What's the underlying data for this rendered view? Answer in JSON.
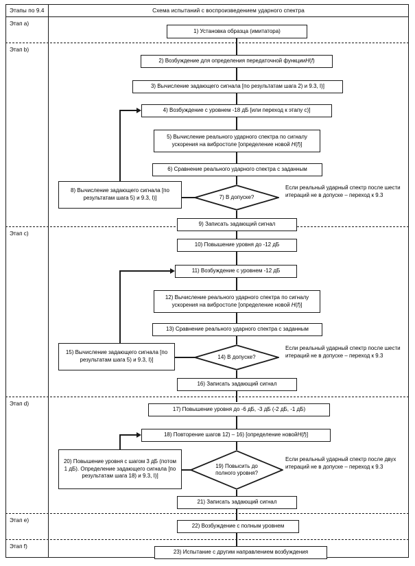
{
  "header": {
    "left_label": "Этапы по 9.4",
    "title": "Схема испытаний с воспроизведением ударного спектра"
  },
  "stages": [
    {
      "id": "a",
      "label": "Этап a)"
    },
    {
      "id": "b",
      "label": "Этап b)"
    },
    {
      "id": "c",
      "label": "Этап c)"
    },
    {
      "id": "d",
      "label": "Этап d)"
    },
    {
      "id": "e",
      "label": "Этап e)"
    },
    {
      "id": "f",
      "label": "Этап f)"
    }
  ],
  "nodes": {
    "n1": "1) Установка образца (имитатора)",
    "n2": "2) Возбуждение для определения передаточной функции H(f)",
    "n3": "3) Вычисление задающего сигнала [по результатам шага 2) и 9.3, I)]",
    "n4": "4) Возбуждение с уровнем -18 дБ [или переход к этапу c)]",
    "n5": "5) Вычисление реального ударного спектра по сигналу ускорения на вибростоле [определение новой H(f )]",
    "n6": "6) Сравнение реального ударного спектра с заданным",
    "n7": "7) В допуске?",
    "n8": "8) Вычисление задающего сигнала [по результатам шага 5) и 9.3, I)]",
    "n9": "9) Записать задающий сигнал",
    "n10": "10) Повышение уровня до -12 дБ",
    "n11": "11) Возбуждение с уровнем -12 дБ",
    "n12": "12) Вычисление реального ударного спектра по сигналу ускорения на вибростоле [определение новой H(f)]",
    "n13": "13) Сравнение реального ударного спектра с заданным",
    "n14": "14) В допуске?",
    "n15": "15) Вычисление задающего сигнала [по результатам шага 5) и 9.3, I)]",
    "n16": "16) Записать задающий сигнал",
    "n17": "17) Повышение уровня до -6 дБ, -3 дБ (-2 дБ, -1 дБ)",
    "n18": "18) Повторение шагов 12) – 16) [определение новой H(f)]",
    "n19a": "19) Повысить до",
    "n19b": "полного уровня?",
    "n20": "20) Повышение уровня с шагом 3 дБ (потом 1 дБ). Определение задающего сигнала [по результатам шага 18) и 9.3, I)]",
    "n21": "21) Записать задающий сигнал",
    "n22": "22) Возбуждение с полным уровнем",
    "n23": "23) Испытание с другим направлением возбуждения"
  },
  "notes": {
    "note_b": "Если реальный ударный спектр после шести итераций не в допуске – переход к 9.3",
    "note_c": "Если реальный ударный спектр после шести итераций не в допуске – переход к 9.3",
    "note_d": "Если реальный ударный спектр после двух итераций не в допуске – переход к 9.3"
  },
  "colors": {
    "line": "#1a1a1a",
    "background": "#ffffff"
  }
}
